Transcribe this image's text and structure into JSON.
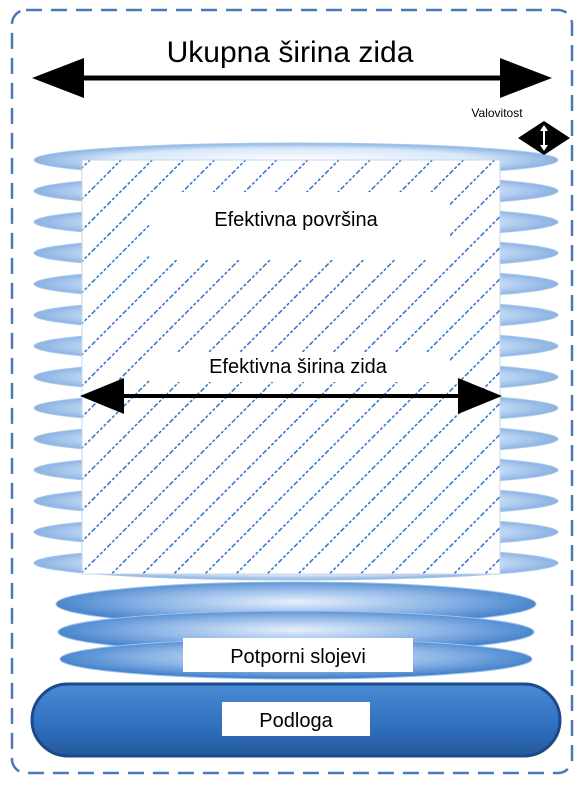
{
  "labels": {
    "total_width": "Ukupna širina zida",
    "waviness": "Valovitost",
    "effective_area": "Efektivna površina",
    "effective_width": "Efektivna širina zida",
    "support_layers": "Potporni slojevi",
    "substrate": "Podloga"
  },
  "colors": {
    "frame_dash": "#4a78b8",
    "ring_dark": "#6f9fd8",
    "ring_light": "#eef5ff",
    "hatch": "#2e73c8",
    "support_dark": "#2f75c6",
    "substrate_fill": "#2f6fbe",
    "substrate_stroke": "#1b4a8a",
    "arrow": "#000000"
  },
  "icons": {
    "total_width_arrow": "double-arrow-horizontal-icon",
    "waviness_marker": "double-arrow-vertical-icon",
    "effective_width_arrow": "double-arrow-horizontal-icon"
  }
}
